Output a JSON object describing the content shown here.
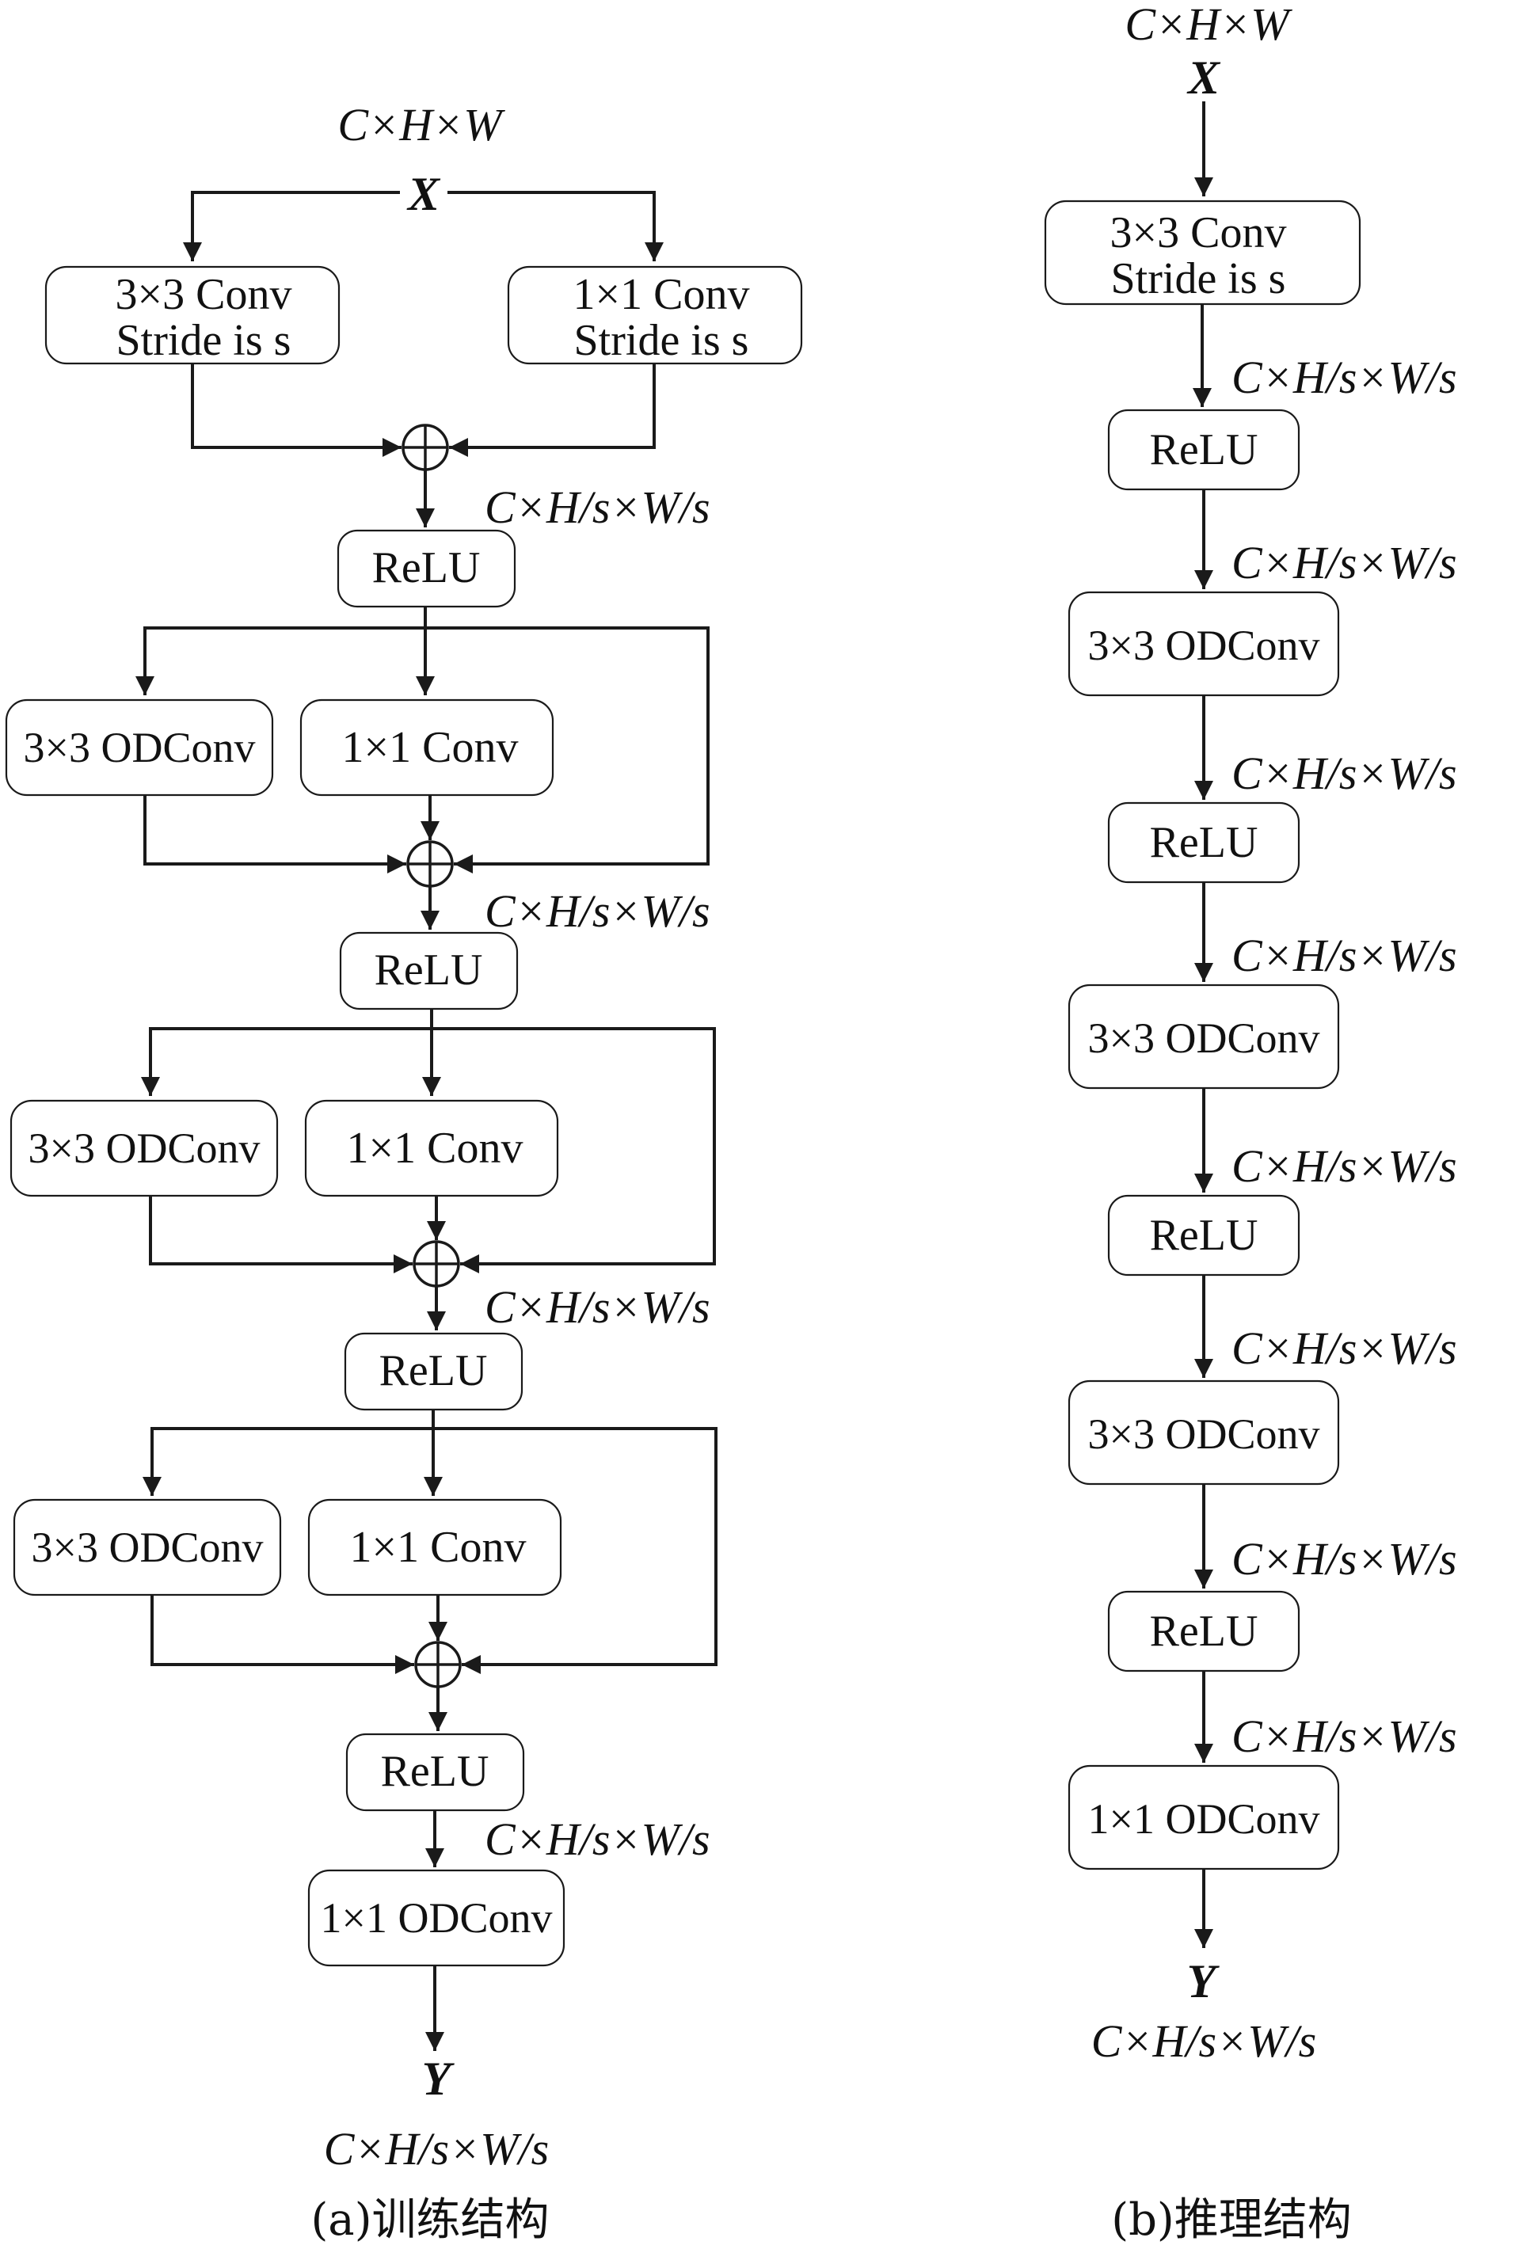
{
  "training": {
    "input_dim": "C×H×W",
    "input_var": "X",
    "stem_conv3": [
      "3×3 Conv",
      "Stride is s"
    ],
    "stem_conv1": [
      "1×1 Conv",
      "Stride is s"
    ],
    "dim_after_stem": "C×H/s×W/s",
    "relu": "ReLU",
    "blocks": [
      {
        "odconv": "3×3 ODConv",
        "conv": "1×1 Conv",
        "dim": "C×H/s×W/s",
        "relu": "ReLU"
      },
      {
        "odconv": "3×3 ODConv",
        "conv": "1×1 Conv",
        "dim": "C×H/s×W/s",
        "relu": "ReLU"
      },
      {
        "odconv": "3×3 ODConv",
        "conv": "1×1 Conv",
        "dim": "C×H/s×W/s",
        "relu": "ReLU"
      }
    ],
    "final_odconv": "1×1 ODConv",
    "output_var": "Y",
    "output_dim": "C×H/s×W/s",
    "caption": "(a)训练结构"
  },
  "inference": {
    "input_dim": "C×H×W",
    "input_var": "X",
    "conv3": [
      "3×3 Conv",
      "Stride is s"
    ],
    "dim": "C×H/s×W/s",
    "relu": "ReLU",
    "odconv3": "3×3 ODConv",
    "odconv1": "1×1 ODConv",
    "output_var": "Y",
    "output_dim": "C×H/s×W/s",
    "caption": "(b)推理结构"
  }
}
